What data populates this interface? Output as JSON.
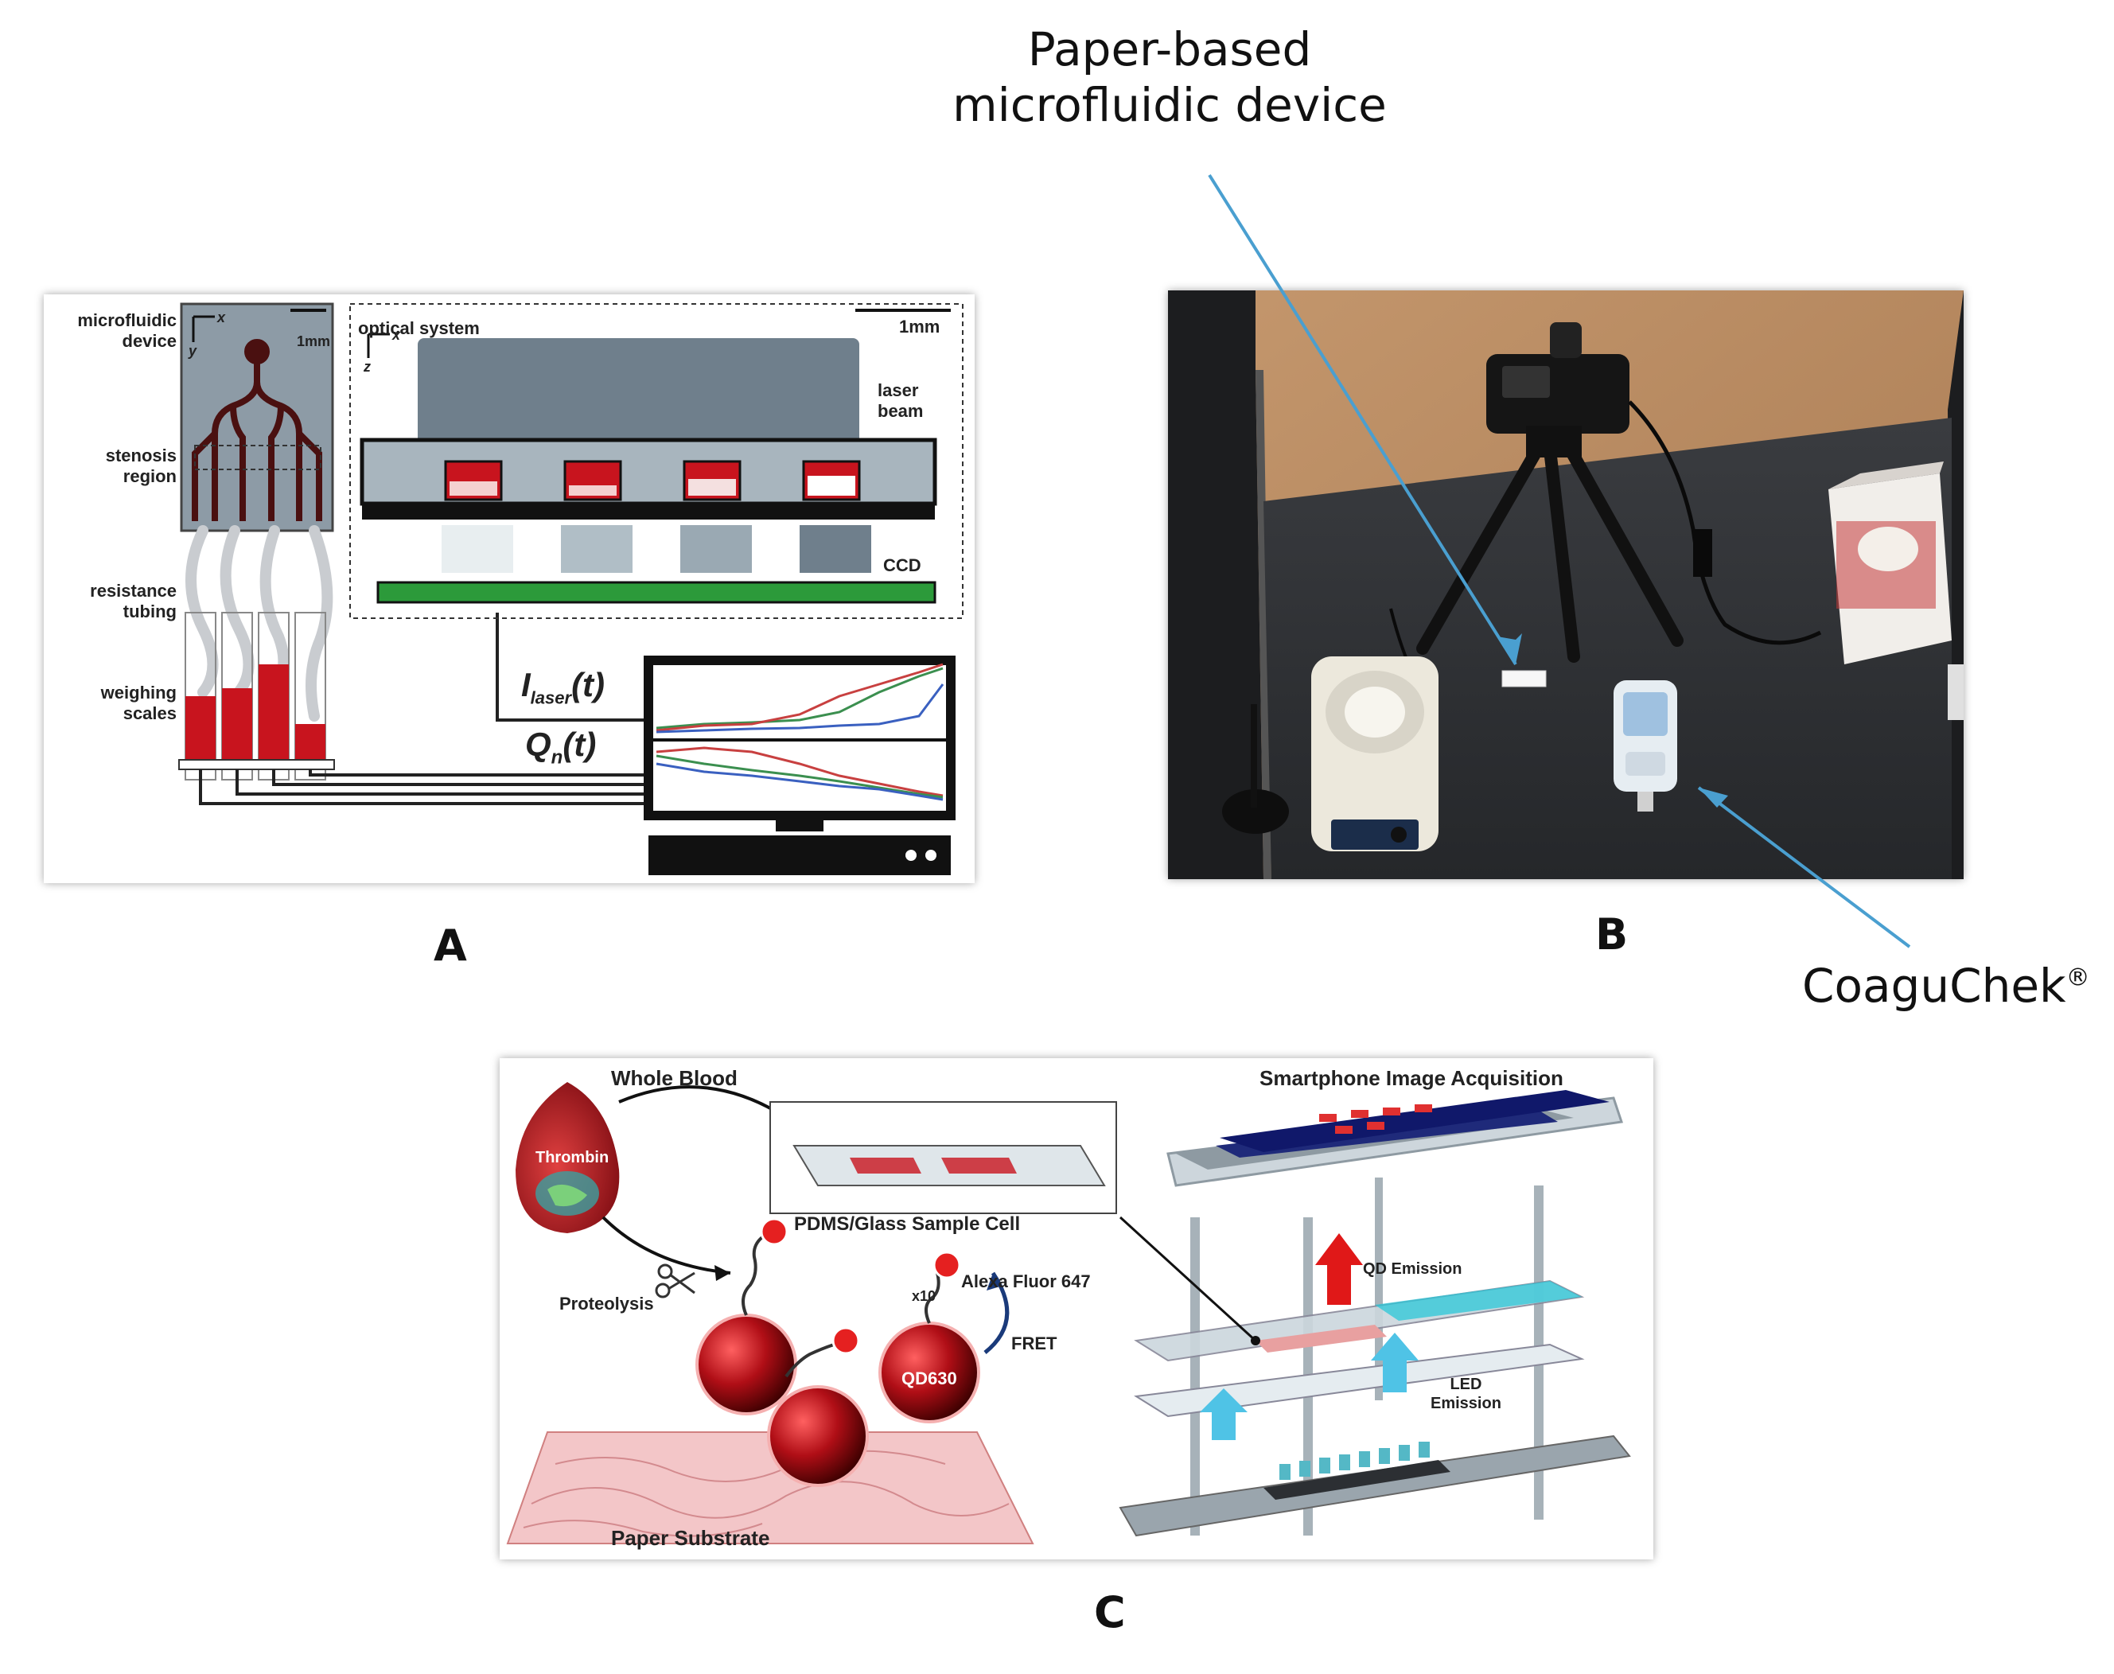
{
  "panel_letters": {
    "a": "A",
    "b": "B",
    "c": "C"
  },
  "callouts": {
    "paper_device_line1": "Paper-based",
    "paper_device_line2": "microfluidic device",
    "coaguchek": "CoaguChek",
    "coaguchek_mark": "®"
  },
  "panel_a": {
    "microfluidic_device_1": "microfluidic",
    "microfluidic_device_2": "device",
    "stenosis_1": "stenosis",
    "stenosis_2": "region",
    "resistance_1": "resistance",
    "resistance_2": "tubing",
    "weighing_1": "weighing",
    "weighing_2": "scales",
    "optical_system": "optical system",
    "scale_1mm_left": "1mm",
    "scale_1mm_right": "1mm",
    "laser_1": "laser",
    "laser_2": "beam",
    "ccd": "CCD",
    "axis_x": "x",
    "axis_y": "y",
    "axis_z": "z",
    "i_main": "I",
    "i_sub": "laser",
    "q_main": "Q",
    "q_sub": "n",
    "t_arg": "(t)"
  },
  "panel_c": {
    "whole_blood": "Whole Blood",
    "smartphone": "Smartphone Image Acquisition",
    "thrombin": "Thrombin",
    "pdms": "PDMS/Glass Sample Cell",
    "proteolysis": "Proteolysis",
    "alexa": "Alexa Fluor 647",
    "x10": "x10",
    "fret": "FRET",
    "qd630": "QD630",
    "qd_emission": "QD Emission",
    "led_1": "LED",
    "led_2": "Emission",
    "paper_substrate": "Paper Substrate"
  },
  "colors": {
    "blood_red": "#c8141e",
    "callout_blue": "#4a9fd0",
    "device_slate": "#8a9aa6",
    "photo_wall": "#b98a62",
    "photo_desk": "#2f3134",
    "detector_green": "#2c9a3a"
  }
}
